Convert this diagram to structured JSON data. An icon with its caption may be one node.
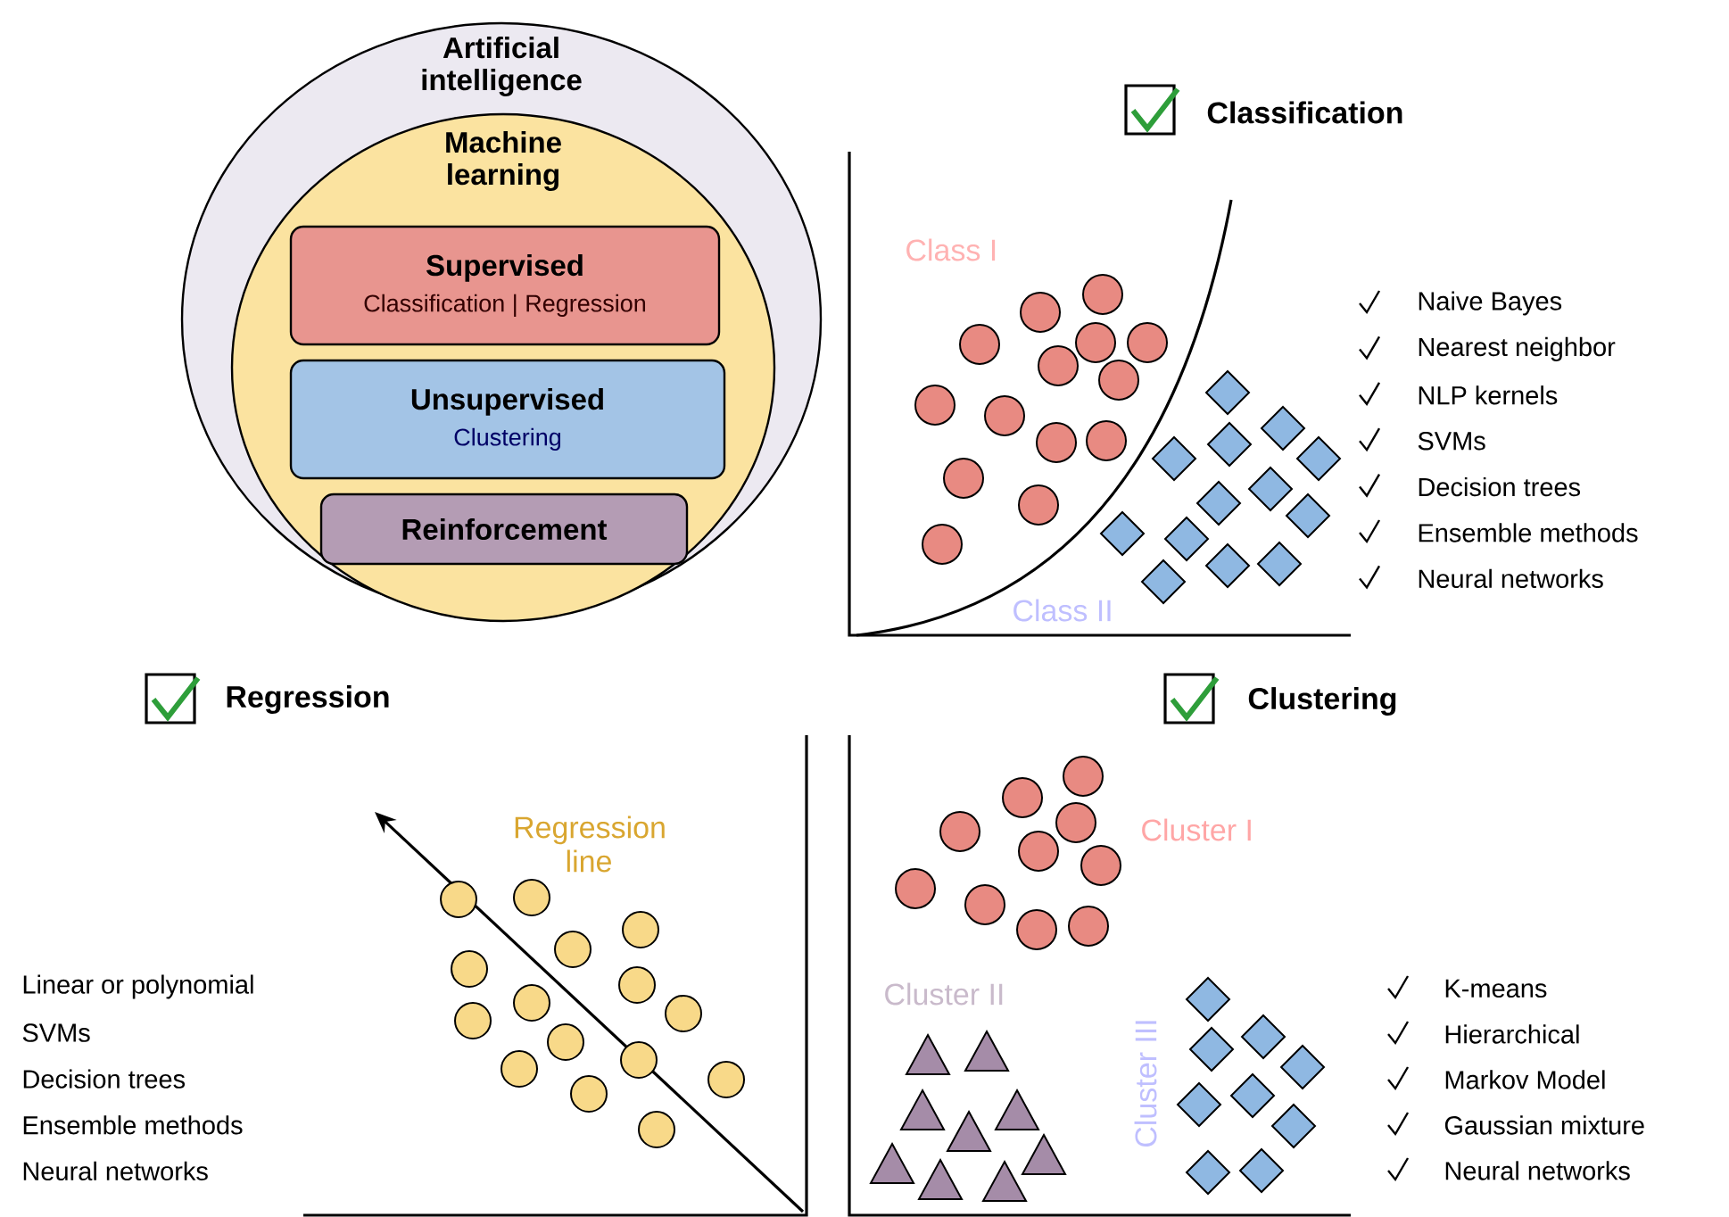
{
  "diagram": {
    "nodes": [
      {
        "text": [
          "Artificial intelligence"
        ]
      },
      {
        "text": [
          "Machine learning"
        ],
        "in": 0
      },
      {
        "text": [
          "Supervised",
          "Classification | Regression"
        ],
        "in": 1
      },
      {
        "text": [
          "Unsupervised",
          "Clustering"
        ],
        "in": 1
      },
      {
        "text": [
          "Reinforcement"
        ],
        "in": 1
      }
    ],
    "labels": [
      "Classification",
      "Class I",
      "Naive Bayes",
      "Nearest neighbor",
      "NLP kernels",
      "SVMs",
      "Decision trees",
      "Ensemble methods",
      "Neural networks",
      "Class II",
      "Regression",
      "Clustering",
      "Regression line",
      "Cluster I",
      "Linear or polynomial",
      "SVMs",
      "Decision trees",
      "Ensemble methods",
      "Neural networks",
      "Cluster II",
      "Cluster III",
      "K-means",
      "Hierarchical",
      "Markov Model",
      "Gaussian mixture",
      "Neural networks"
    ]
  }
}
